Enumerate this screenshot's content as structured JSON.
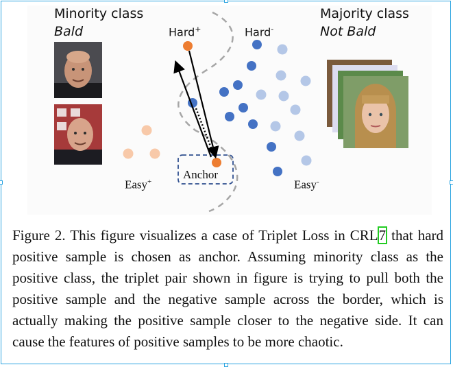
{
  "figure": {
    "minority_title": "Minority class",
    "minority_sub": "Bald",
    "majority_title": "Majority class",
    "majority_sub": "Not Bald",
    "hard_pos": "Hard",
    "hard_pos_sup": "+",
    "hard_neg": "Hard",
    "hard_neg_sup": "-",
    "easy_pos": "Easy",
    "easy_pos_sup": "+",
    "easy_neg": "Easy",
    "easy_neg_sup": "-",
    "anchor": "Anchor",
    "colors": {
      "anchor": "#ed7d31",
      "positive_light": "#f8c9a9",
      "negative_dark": "#4472c4",
      "negative_light": "#b4c7e7",
      "border": "#a6a6a6"
    }
  },
  "caption": {
    "before_ref": "Figure 2. This figure visualizes a case of Triplet Loss in CRL",
    "ref": "7",
    "after_ref": " that hard positive sample is chosen as anchor. Assuming minority class as the positive class, the triplet pair shown in figure is trying to pull both the positive sample and the negative sample across the border, which is actually making the positive sample closer to the negative side. It can cause the features of positive samples to be more chaotic."
  }
}
